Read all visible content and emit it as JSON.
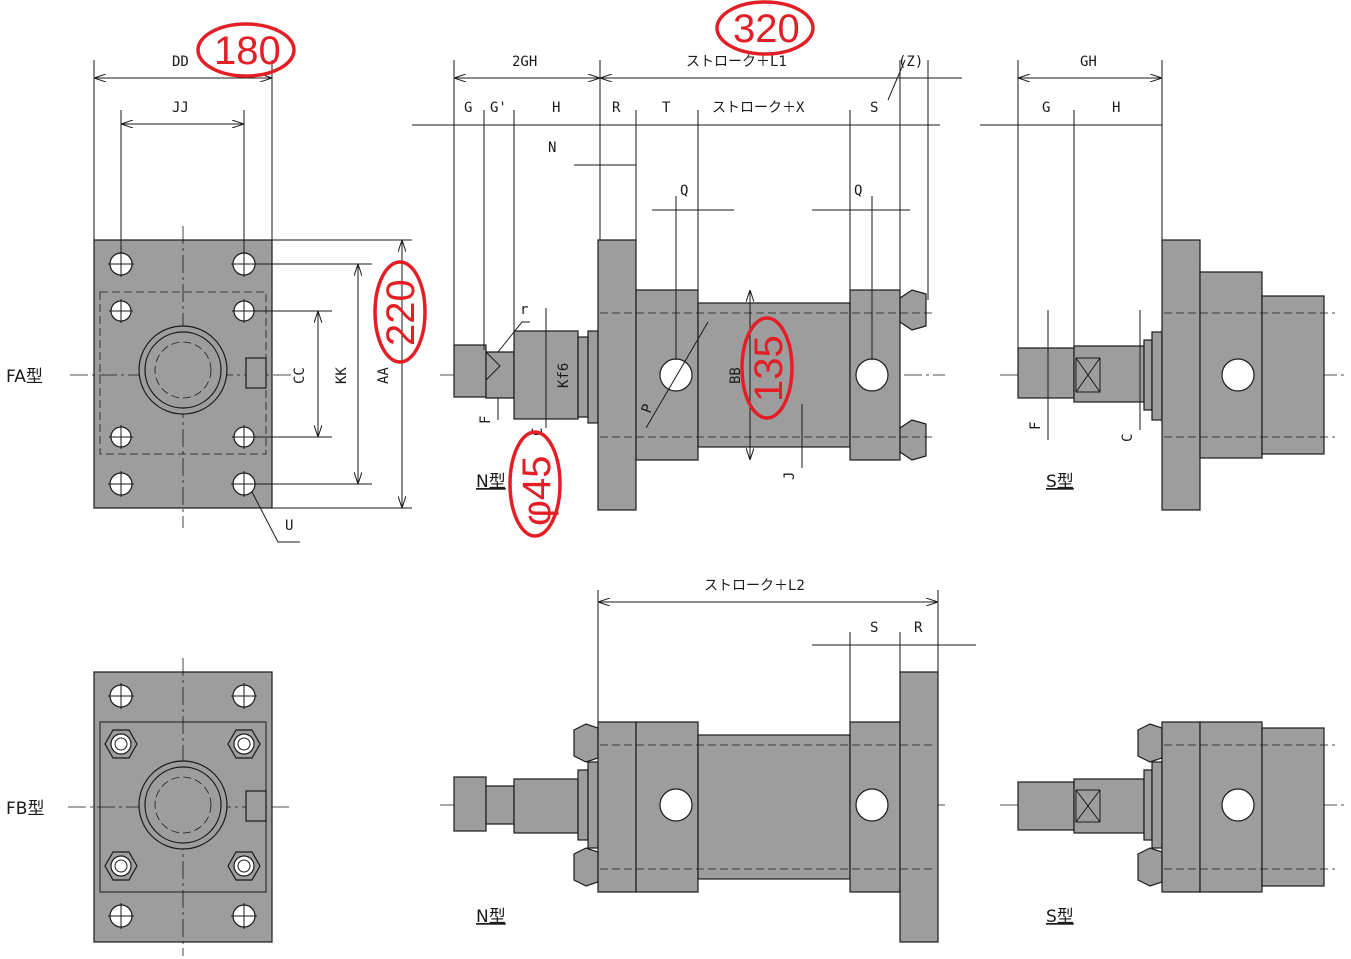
{
  "views": {
    "fa_label": "FA型",
    "fb_label": "FB型",
    "n_type_label": "N型",
    "s_type_label": "S型"
  },
  "dimensions": {
    "DD": "DD",
    "JJ": "JJ",
    "CC": "CC",
    "KK": "KK",
    "AA": "AA",
    "U": "U",
    "two_GH": "2GH",
    "stroke_L1": "ストローク＋L1",
    "Z": "(Z)",
    "G": "G",
    "G_prime": "G'",
    "H": "H",
    "R": "R",
    "T": "T",
    "stroke_X": "ストローク＋X",
    "S": "S",
    "N": "N",
    "Q": "Q",
    "r": "r",
    "Kf6": "Kf6",
    "F": "F",
    "C": "C",
    "P": "P",
    "BB": "BB",
    "J": "J",
    "GH": "GH",
    "stroke_L2": "ストローク＋L2"
  },
  "annotations": {
    "dd_value": "180",
    "l1_value": "320",
    "aa_value": "220",
    "bb_value": "135",
    "rod_value": "φ45"
  },
  "colors": {
    "part_fill": "#9d9d9d",
    "annotation_red": "#e41e25"
  }
}
